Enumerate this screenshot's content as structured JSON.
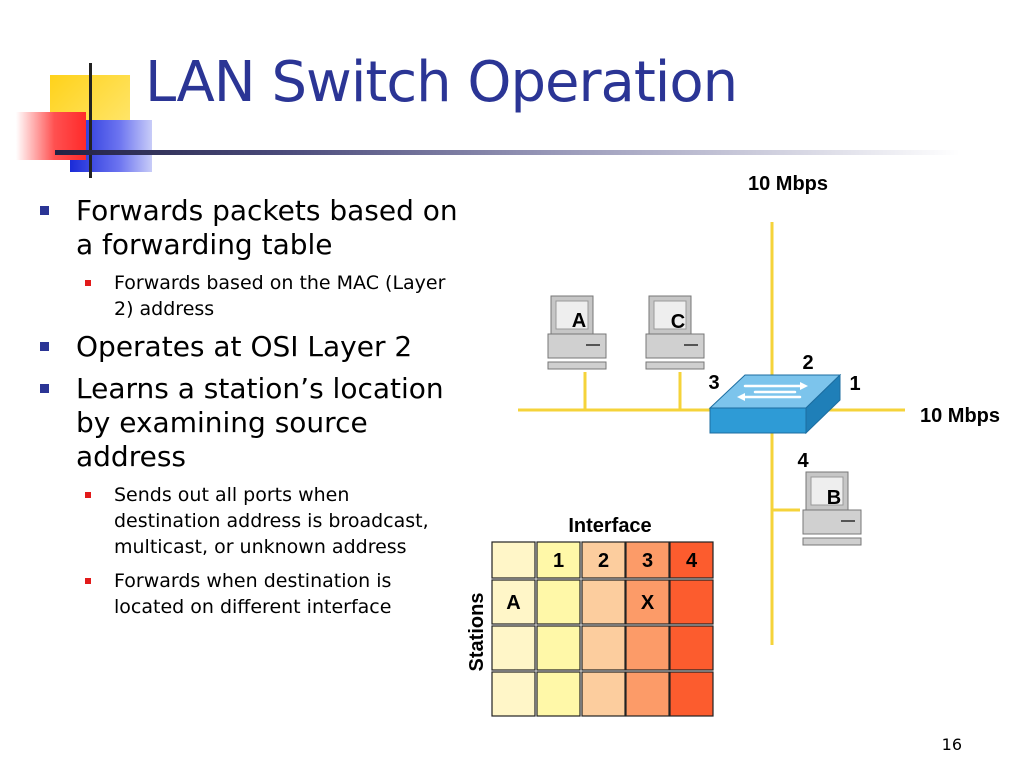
{
  "slide": {
    "title": "LAN Switch Operation",
    "page_number": "16"
  },
  "bullets": [
    {
      "level": 1,
      "text": "Forwards packets based on a forwarding table"
    },
    {
      "level": 2,
      "text": "Forwards based on the MAC (Layer 2) address"
    },
    {
      "level": 1,
      "text": "Operates at OSI Layer 2"
    },
    {
      "level": 1,
      "text": "Learns a station’s location by examining source address"
    },
    {
      "level": 2,
      "text": "Sends out all ports when destination address is broadcast, multicast, or unknown address"
    },
    {
      "level": 2,
      "text": "Forwards when destination is located on different interface"
    }
  ],
  "diagram": {
    "speed_top": "10 Mbps",
    "speed_right": "10 Mbps",
    "ports": {
      "p1": "1",
      "p2": "2",
      "p3": "3",
      "p4": "4"
    },
    "stations": {
      "a": "A",
      "b": "B",
      "c": "C"
    },
    "table": {
      "col_title": "Interface",
      "row_title": "Stations",
      "col_headers": [
        "1",
        "2",
        "3",
        "4"
      ],
      "rows": [
        [
          "A",
          "",
          "",
          "X",
          ""
        ],
        [
          "",
          "",
          "",
          "",
          ""
        ],
        [
          "",
          "",
          "",
          "",
          ""
        ]
      ]
    }
  },
  "colors": {
    "title": "#2b3595",
    "cable": "#f5d33a",
    "switch": "#2e9bd6",
    "table_columns": [
      "#fff6c8",
      "#fff8a8",
      "#fccd9e",
      "#fc9b68",
      "#fc5c2e"
    ]
  }
}
